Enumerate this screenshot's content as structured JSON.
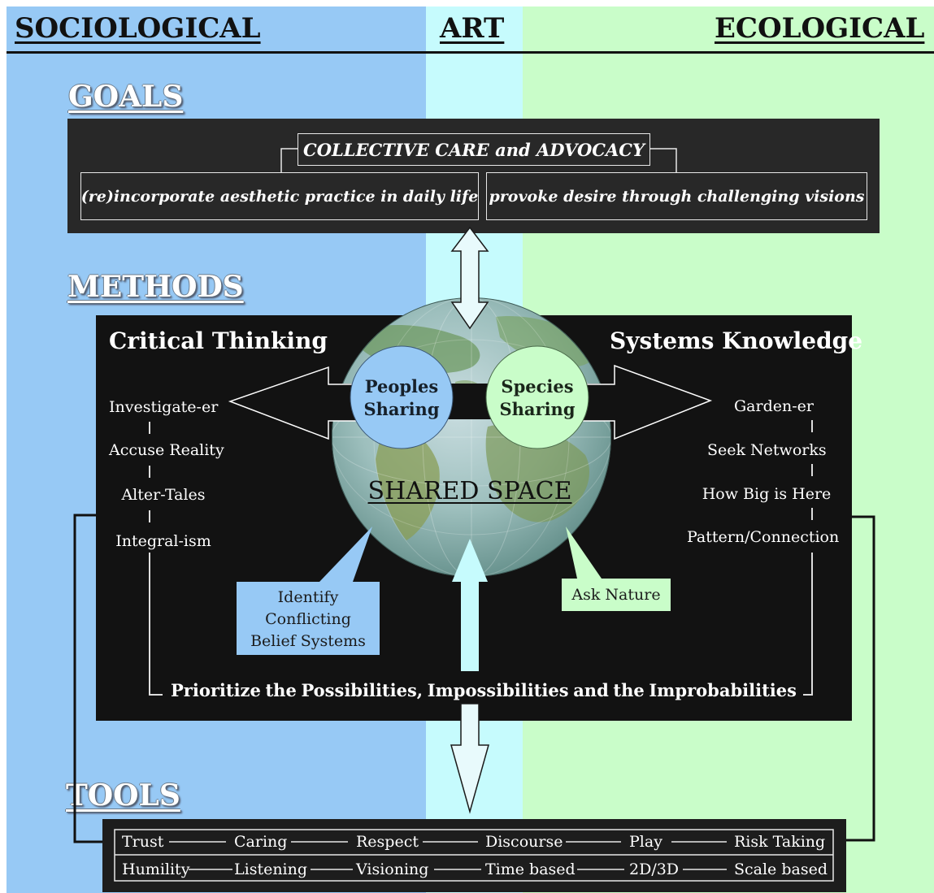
{
  "columns": {
    "sociological": "SOCIOLOGICAL",
    "art": "ART",
    "ecological": "ECOLOGICAL"
  },
  "sections": {
    "goals": "GOALS",
    "methods": "METHODS",
    "tools": "TOOLS"
  },
  "goals": {
    "top": "COLLECTIVE CARE and ADVOCACY",
    "left": "(re)incorporate aesthetic practice in daily life",
    "right": "provoke desire through challenging visions"
  },
  "methods": {
    "left_title": "Critical Thinking",
    "right_title": "Systems Knowledge",
    "left_items": [
      "Investigate-er",
      "Accuse Reality",
      "Alter-Tales",
      "Integral-ism"
    ],
    "right_items": [
      "Garden-er",
      "Seek Networks",
      "How Big is Here",
      "Pattern/Connection"
    ],
    "peoples_sharing": [
      "Peoples",
      "Sharing"
    ],
    "species_sharing": [
      "Species",
      "Sharing"
    ],
    "shared_space": "SHARED SPACE",
    "left_callout": [
      "Identify",
      "Conflicting",
      "Belief Systems"
    ],
    "right_callout": "Ask Nature",
    "bottom_words": [
      "Prioritize",
      "the",
      "Possibilities,",
      "Impossibilities",
      "and",
      "the",
      "Improbabilities"
    ]
  },
  "tools": {
    "row1": [
      "Trust",
      "Caring",
      "Respect",
      "Discourse",
      "Play",
      "Risk Taking"
    ],
    "row2": [
      "Humility",
      "Listening",
      "Visioning",
      "Time based",
      "2D/3D",
      "Scale based"
    ]
  },
  "colors": {
    "sociological": "#97c9f5",
    "art": "#c6fbfd",
    "ecological": "#c9fdc9",
    "dark_box": "#121212"
  }
}
